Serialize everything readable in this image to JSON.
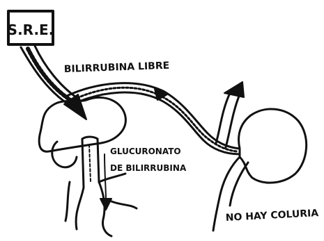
{
  "diagram": {
    "source_box_label": "S.R.E.",
    "free_bilirubin_label": "BILIRRUBINA LIBRE",
    "glucuronate_label_line1": "GLUCURONATO",
    "glucuronate_label_line2": "DE BILIRRUBINA",
    "no_choluria_label": "NO HAY COLURIA",
    "ink_color": "#111111",
    "paper_color": "#ffffff"
  }
}
